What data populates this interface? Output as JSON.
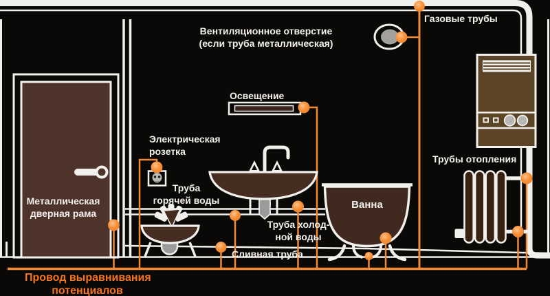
{
  "diagram_subject": "bathroom-equipotential-bonding",
  "colors": {
    "background": "#0b0907",
    "pipe_white": "#f2f0ec",
    "bonding_orange": "#ef8a38",
    "label_orange": "#f5741d",
    "label_white": "#f2f0ec",
    "door_brown": "#4e332a",
    "boiler_brown": "#5b4526",
    "fixture_brown": "#462d22",
    "radiator_brown": "#38220f",
    "bathtub_brown": "#40291e",
    "metal_gray": "#a3a19d"
  },
  "labels": {
    "ventilation_line1": "Вентиляционное отверстие",
    "ventilation_line2": "(если труба металлическая)",
    "gas_pipes": "Газовые трубы",
    "lighting": "Освещение",
    "socket_line1": "Электрическая",
    "socket_line2": "розетка",
    "hot_water_line1": "Труба",
    "hot_water_line2": "горячей воды",
    "door_line1": "Металлическая",
    "door_line2": "дверная рама",
    "cold_water_line1": "Труба холод-",
    "cold_water_line2": "ной воды",
    "drain": "Сливная труба",
    "bathtub": "Ванна",
    "heating": "Трубы отопления",
    "bonding_line1": "Провод выравнивания",
    "bonding_line2": "потенциалов"
  }
}
